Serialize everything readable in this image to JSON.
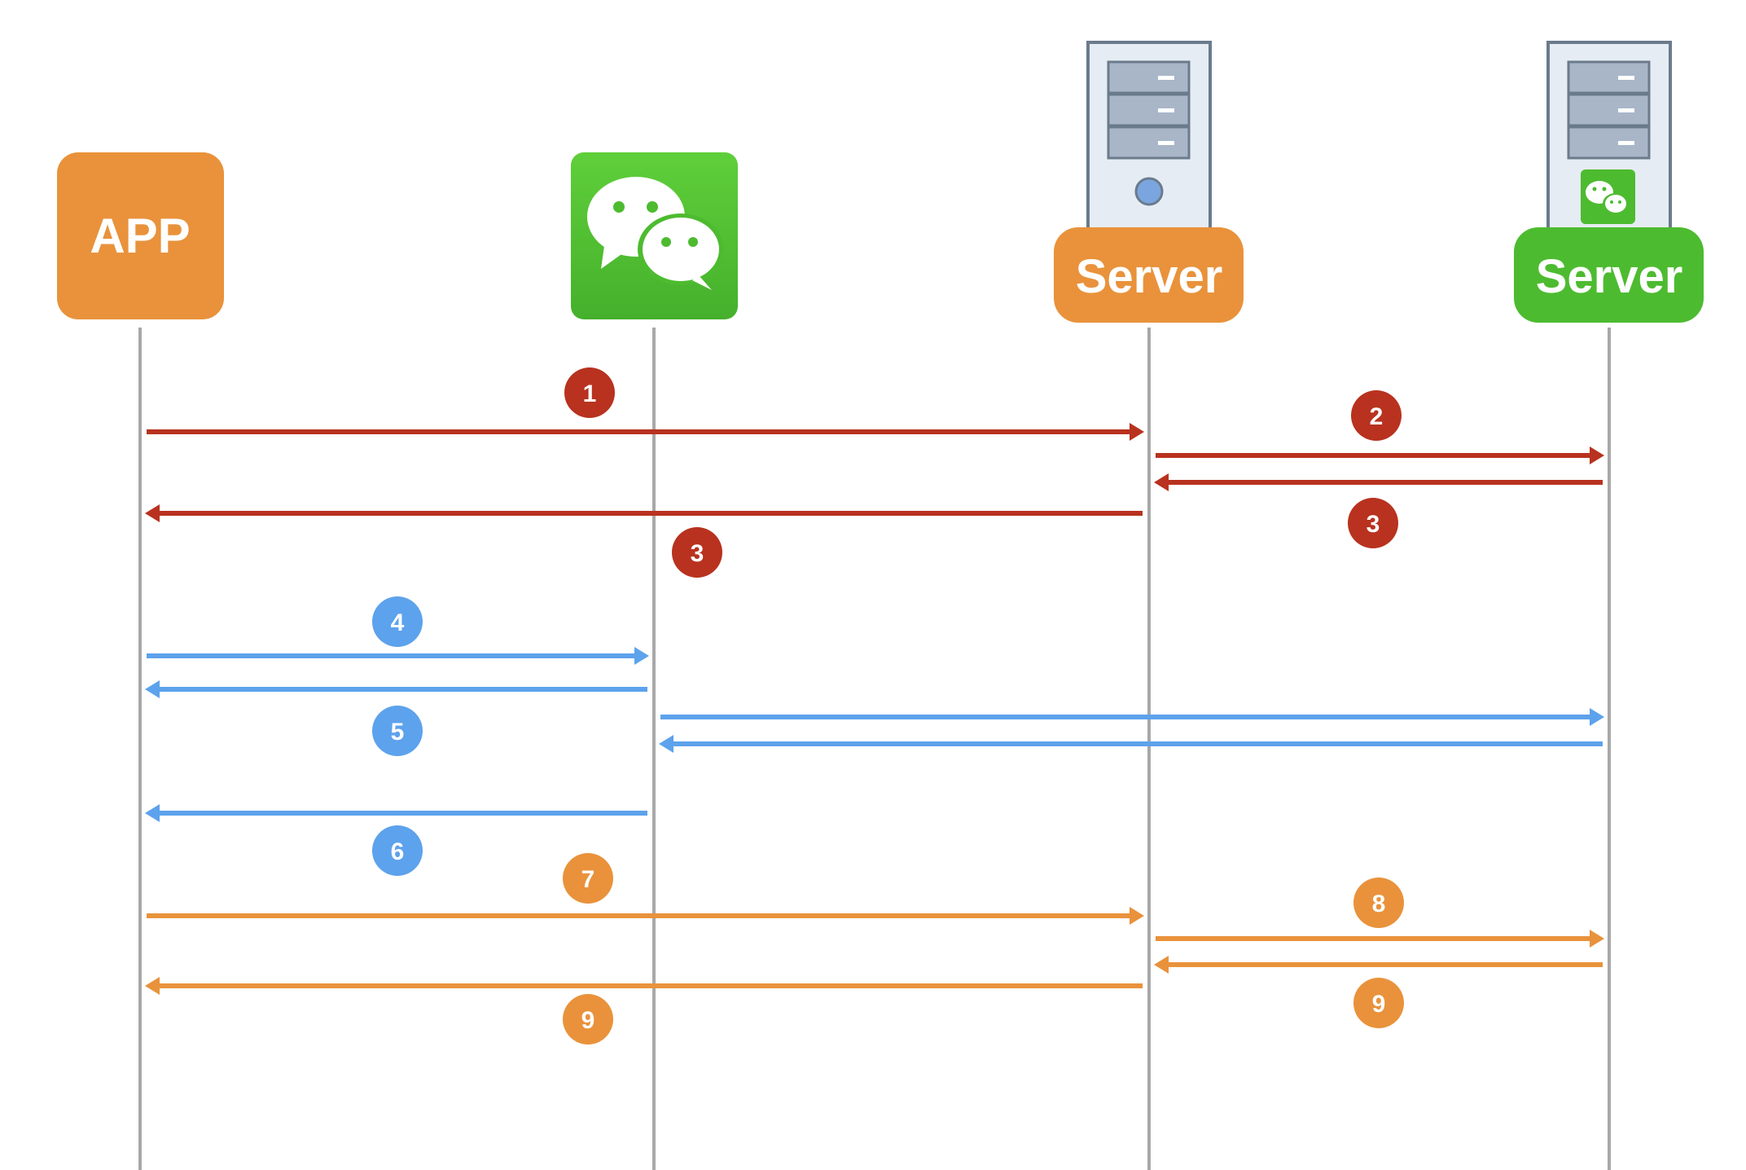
{
  "colors": {
    "red": "#b8321f",
    "blue": "#5da2ec",
    "orange": "#e9923b",
    "green": "#4dbb30",
    "lifeline": "#a8a8a8",
    "server_frame": "#6a7b8c",
    "server_body": "#e6ecf3",
    "server_drive": "#a8b6c8"
  },
  "participants": {
    "app": {
      "label": "APP"
    },
    "wechat": {
      "label": ""
    },
    "app_server": {
      "label": "Server"
    },
    "wechat_server": {
      "label": "Server"
    }
  },
  "icons": {
    "wechat": "wechat-logo-icon",
    "server": "server-tower-icon"
  },
  "badges": [
    {
      "id": "1",
      "label": "1",
      "color": "red"
    },
    {
      "id": "2",
      "label": "2",
      "color": "red"
    },
    {
      "id": "3a",
      "label": "3",
      "color": "red"
    },
    {
      "id": "3b",
      "label": "3",
      "color": "red"
    },
    {
      "id": "4",
      "label": "4",
      "color": "blue"
    },
    {
      "id": "5",
      "label": "5",
      "color": "blue"
    },
    {
      "id": "6",
      "label": "6",
      "color": "blue"
    },
    {
      "id": "7",
      "label": "7",
      "color": "orange"
    },
    {
      "id": "8",
      "label": "8",
      "color": "orange"
    },
    {
      "id": "9a",
      "label": "9",
      "color": "orange"
    },
    {
      "id": "9b",
      "label": "9",
      "color": "orange"
    }
  ],
  "messages": [
    {
      "from": "app",
      "to": "app_server",
      "color": "red"
    },
    {
      "from": "app_server",
      "to": "wechat_server",
      "color": "red"
    },
    {
      "from": "wechat_server",
      "to": "app_server",
      "color": "red"
    },
    {
      "from": "app_server",
      "to": "app",
      "color": "red"
    },
    {
      "from": "app",
      "to": "wechat",
      "color": "blue"
    },
    {
      "from": "wechat",
      "to": "app",
      "color": "blue"
    },
    {
      "from": "wechat",
      "to": "wechat_server",
      "color": "blue"
    },
    {
      "from": "wechat_server",
      "to": "wechat",
      "color": "blue"
    },
    {
      "from": "wechat",
      "to": "app",
      "color": "blue"
    },
    {
      "from": "app",
      "to": "app_server",
      "color": "orange"
    },
    {
      "from": "app_server",
      "to": "wechat_server",
      "color": "orange"
    },
    {
      "from": "wechat_server",
      "to": "app_server",
      "color": "orange"
    },
    {
      "from": "app_server",
      "to": "app",
      "color": "orange"
    }
  ]
}
